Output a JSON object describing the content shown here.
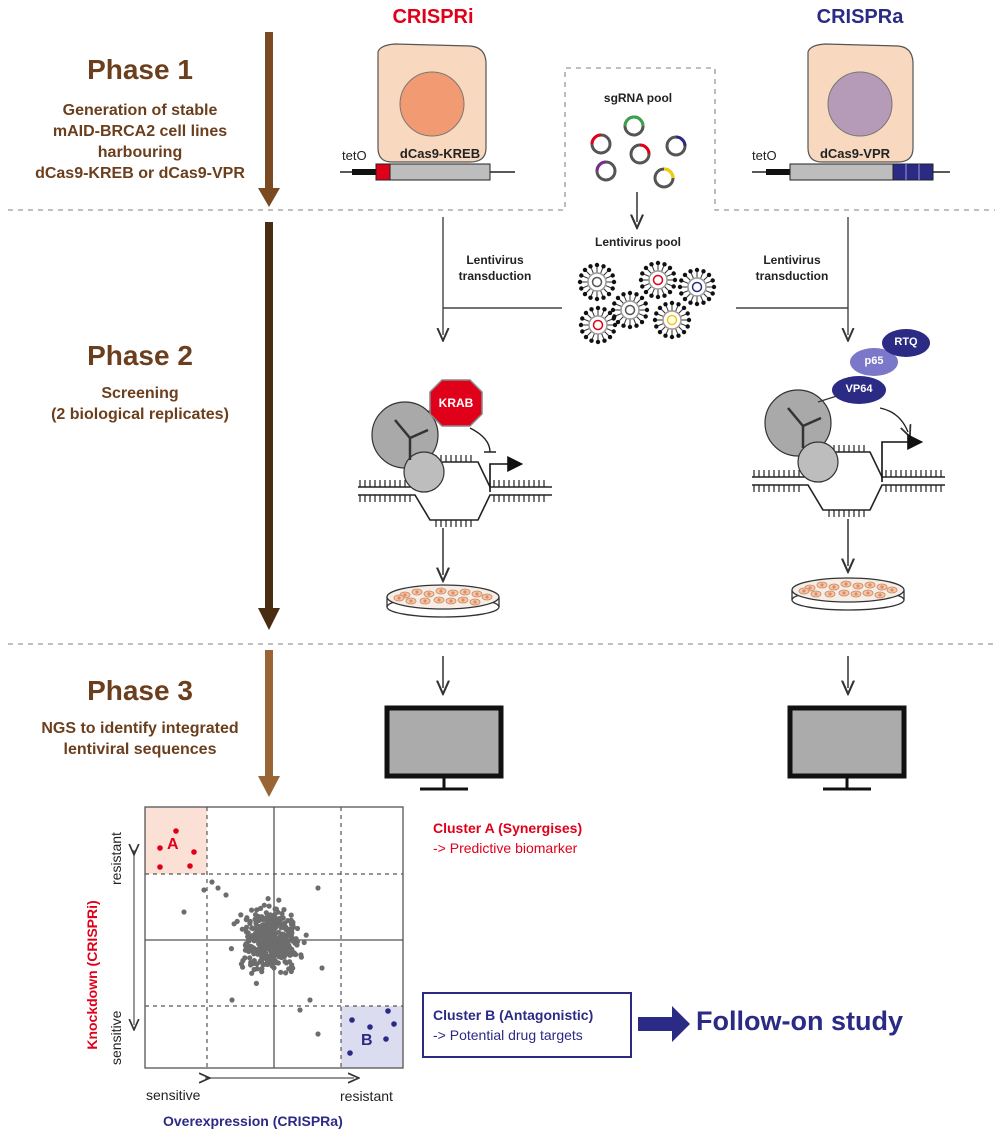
{
  "header": {
    "crispri": "CRISPRi",
    "crispra": "CRISPRa",
    "crispri_color": "#e0001a",
    "crispra_color": "#2b2a85"
  },
  "phases": [
    {
      "title": "Phase 1",
      "desc": [
        "Generation of stable",
        "mAID-BRCA2 cell lines",
        "harbouring",
        "dCas9-KREB or dCas9-VPR"
      ]
    },
    {
      "title": "Phase 2",
      "desc": [
        "Screening",
        "(2 biological replicates)"
      ]
    },
    {
      "title": "Phase 3",
      "desc": [
        "NGS to identify integrated",
        "lentiviral sequences"
      ]
    }
  ],
  "constructs": {
    "left_promoter": "tetO",
    "left_name": "dCas9-KREB",
    "right_promoter": "tetO",
    "right_name": "dCas9-VPR"
  },
  "pools": {
    "sgrna": "sgRNA pool",
    "lentivirus": "Lentivirus pool",
    "transduction_left": [
      "Lentivirus",
      "transduction"
    ],
    "transduction_right": [
      "Lentivirus",
      "transduction"
    ]
  },
  "proteins": {
    "krab": "KRAB",
    "vp64": "VP64",
    "p65": "p65",
    "rtq": "RTQ"
  },
  "scatter": {
    "y_title": "Knockdown (CRISPRi)",
    "x_title": "Overexpression (CRISPRa)",
    "y_top": "resistant",
    "y_bottom": "sensitive",
    "x_left": "sensitive",
    "x_right": "resistant",
    "region_a": "A",
    "region_b": "B"
  },
  "clusters": {
    "a_title": "Cluster A (Synergises)",
    "a_desc": "-> Predictive biomarker",
    "b_title": "Cluster B (Antagonistic)",
    "b_desc": "-> Potential drug targets"
  },
  "follow_on": "Follow-on study",
  "colors": {
    "phase_brown": "#6b3f1d",
    "cell": "#f8d9bf",
    "nucleus_left": "#f29a72",
    "nucleus_right": "#b69bb8",
    "krab_red": "#e0001a",
    "navy": "#2b2a85"
  }
}
